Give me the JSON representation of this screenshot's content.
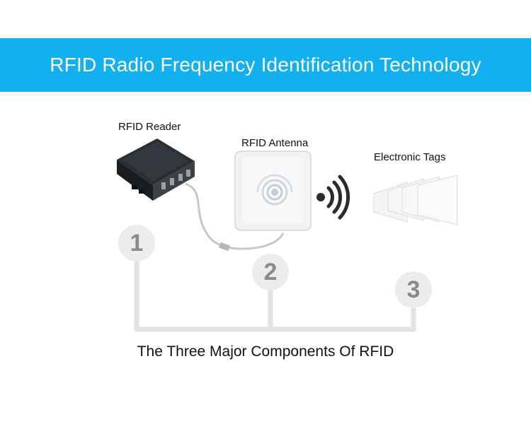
{
  "header": {
    "title": "RFID Radio Frequency Identification Technology",
    "background": "#12b0ee"
  },
  "components": [
    {
      "label": "RFID Reader",
      "number": "1",
      "icon": "rfid-reader-icon"
    },
    {
      "label": "RFID Antenna",
      "number": "2",
      "icon": "rfid-antenna-icon"
    },
    {
      "label": "Electronic Tags",
      "number": "3",
      "icon": "electronic-tags-icon"
    }
  ],
  "footer": {
    "caption": "The Three Major Components Of RFID"
  }
}
